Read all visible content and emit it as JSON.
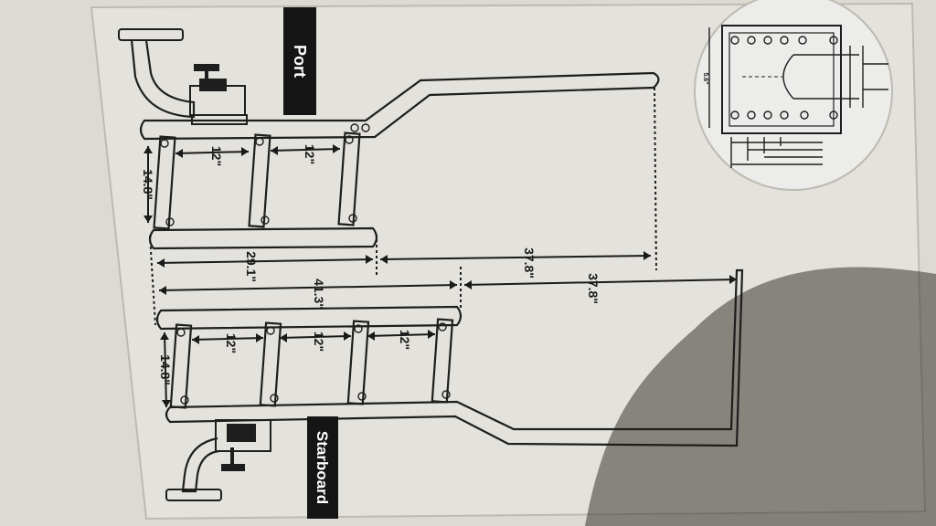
{
  "labels": {
    "port": "Port",
    "starboard": "Starboard"
  },
  "dimensions": {
    "port_spacing_1": "12\"",
    "port_spacing_2": "12\"",
    "port_height": "14.8\"",
    "inner_length": "29.1\"",
    "port_extension": "37.8\"",
    "outer_length": "41.3\"",
    "starboard_extension": "37.8\"",
    "starboard_spacing_1": "12\"",
    "starboard_spacing_2": "12\"",
    "starboard_spacing_3": "12\"",
    "starboard_height": "14.8\""
  },
  "inset_detail": {
    "side_dim": "5.6\""
  },
  "colors": {
    "box_background": "#e2e0da",
    "page_background": "#d9d7cf",
    "line": "#1e1e1e",
    "label_tag": "#151515"
  }
}
